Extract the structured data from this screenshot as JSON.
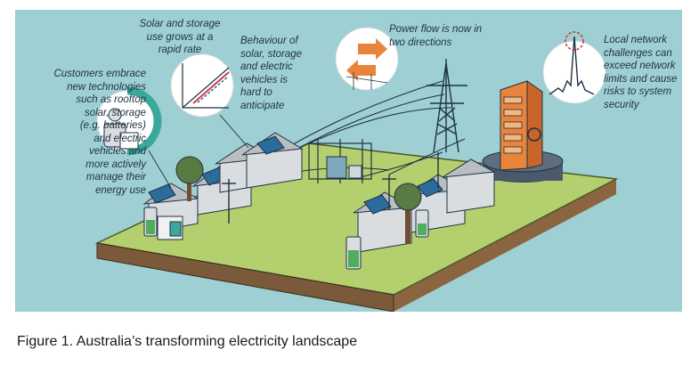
{
  "annotations": {
    "customers": "Customers embrace\nnew technologies\nsuch as rooftop\nsolar, storage\n(e.g. batteries)\nand electric\nvehicles and\nmore actively\nmanage their\nenergy use",
    "growth": "Solar and storage\nuse grows at  a\nrapid rate",
    "behaviour": "Behaviour of\nsolar, storage\nand electric\nvehicles is\nhard to\nanticipate",
    "power_flow": "Power flow is now in\ntwo directions",
    "local_network": "Local network\nchallenges can\nexceed network\nlimits and cause\nrisks to system\nsecurity"
  },
  "caption": "Figure 1. Australia’s transforming electricity landscape",
  "colors": {
    "background": "#9ecfd3",
    "ground_top": "#b4cf6e",
    "ground_side": "#7a5a3a",
    "accent_orange": "#e8843c",
    "accent_teal": "#3aa89a",
    "battery_green": "#4fae5b",
    "solar_blue": "#2b6c9c",
    "text_dark": "#1f3142"
  }
}
